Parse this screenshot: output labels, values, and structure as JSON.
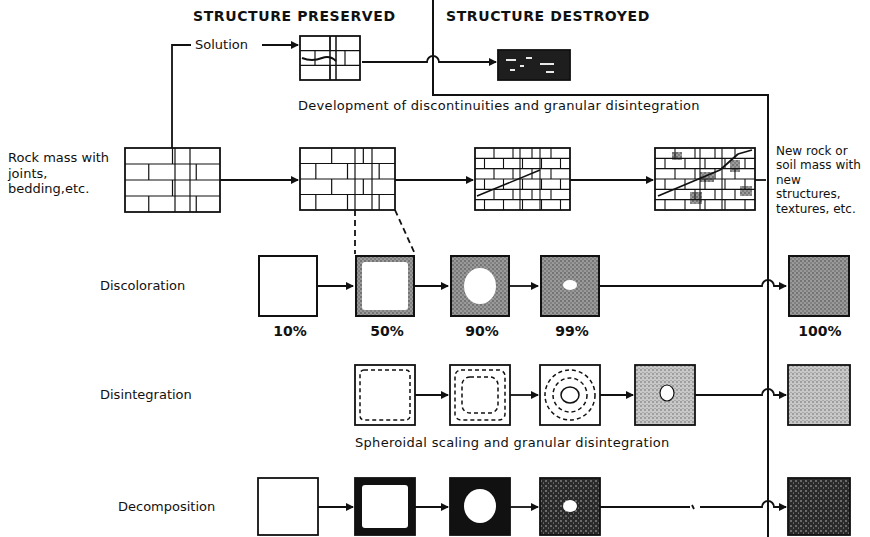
{
  "diagram": {
    "nodes": [
      {
        "text": [
          "10%"
        ]
      },
      {
        "text": [
          "50%"
        ]
      },
      {
        "text": [
          "90%"
        ]
      },
      {
        "text": [
          "99%"
        ]
      },
      {
        "text": [
          "100%"
        ]
      }
    ],
    "edges": [
      {
        "from": 0,
        "to": 1,
        "arrow": "to"
      },
      {
        "from": 1,
        "to": 2,
        "arrow": "to"
      },
      {
        "from": 2,
        "to": 3,
        "arrow": "to"
      },
      {
        "from": 3,
        "to": 4,
        "arrow": "to"
      }
    ],
    "labels": [
      "STRUCTURE PRESERVED",
      "STRUCTURE DESTROYED",
      "Solution",
      "Rock mass with joints, bedding,etc.",
      "Development of discontinuities and granular disintegration",
      "New rock or soil mass with new structures, textures, etc.",
      "Discoloration",
      "Disintegration",
      "Spheroidal scaling and granular disintegration",
      "Decomposition"
    ]
  }
}
